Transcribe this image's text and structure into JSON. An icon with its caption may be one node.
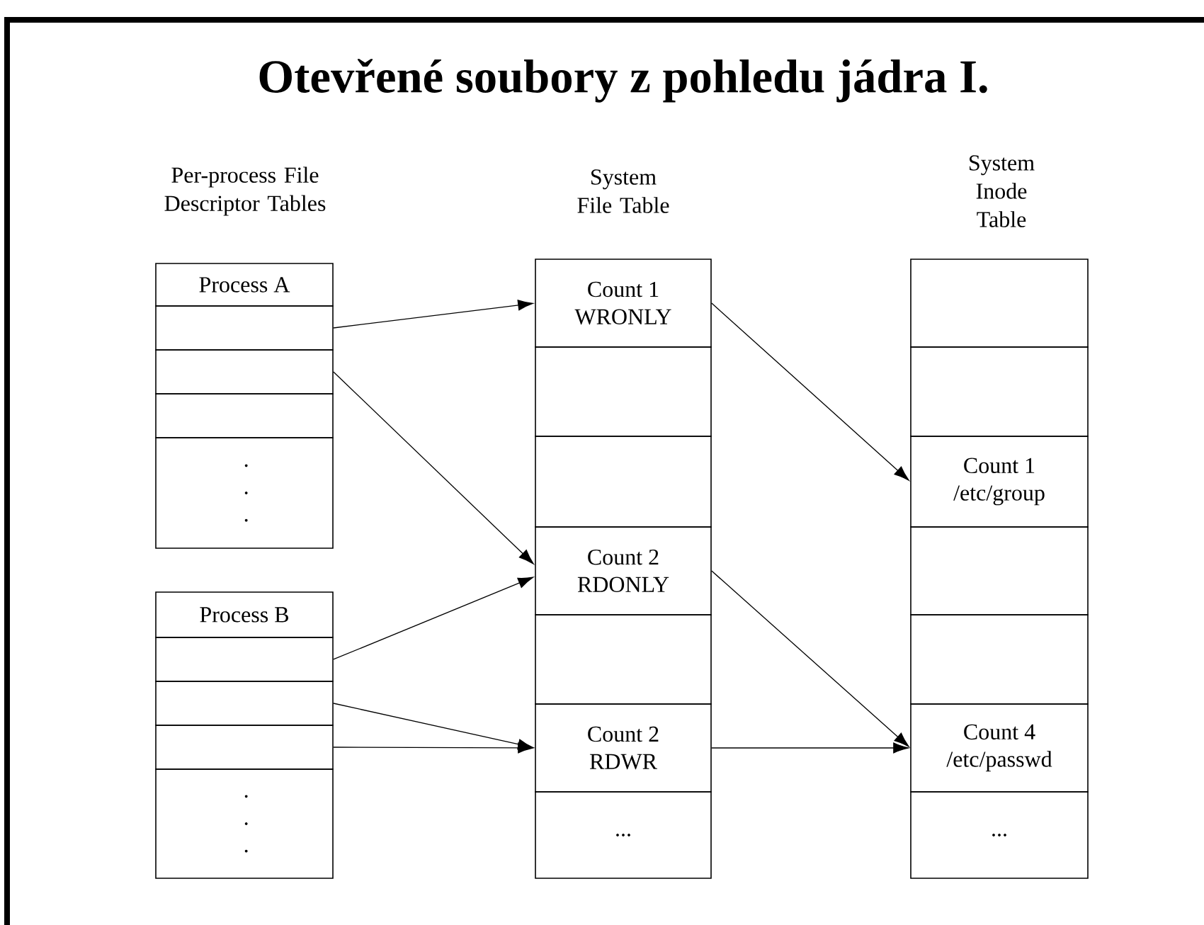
{
  "diagram": {
    "title": "Otevřené soubory z pohledu jádra I.",
    "nodes": [
      {
        "text": [
          "Process A"
        ]
      },
      {
        "text": [],
        "shape": "box"
      },
      {
        "text": [],
        "shape": "box"
      },
      {
        "text": [],
        "shape": "box"
      },
      {
        "text": [
          ". . ."
        ]
      },
      {
        "text": [
          "Process B"
        ]
      },
      {
        "text": [],
        "shape": "box"
      },
      {
        "text": [],
        "shape": "box"
      },
      {
        "text": [],
        "shape": "box"
      },
      {
        "text": [
          ". . ."
        ]
      },
      {
        "text": [
          "Count 1",
          "WRONLY"
        ]
      },
      {
        "text": [],
        "shape": "box"
      },
      {
        "text": [],
        "shape": "box"
      },
      {
        "text": [
          "Count 2",
          "RDONLY"
        ]
      },
      {
        "text": [],
        "shape": "box"
      },
      {
        "text": [
          "Count 2",
          "RDWR"
        ]
      },
      {
        "text": [
          "..."
        ]
      },
      {
        "text": [],
        "shape": "box"
      },
      {
        "text": [],
        "shape": "box"
      },
      {
        "text": [
          "Count 1",
          "/etc/group"
        ]
      },
      {
        "text": [],
        "shape": "box"
      },
      {
        "text": [],
        "shape": "box"
      },
      {
        "text": [
          "Count 4",
          "/etc/passwd"
        ]
      },
      {
        "text": [
          "..."
        ]
      }
    ],
    "edges": [
      {
        "from": 1,
        "to": 10,
        "arrow": "to"
      },
      {
        "from": 2,
        "to": 13,
        "arrow": "to"
      },
      {
        "from": 6,
        "to": 13,
        "arrow": "to"
      },
      {
        "from": 7,
        "to": 15,
        "arrow": "to"
      },
      {
        "from": 8,
        "to": 15,
        "arrow": "to"
      },
      {
        "from": 10,
        "to": 19,
        "arrow": "to"
      },
      {
        "from": 13,
        "to": 22,
        "arrow": "to"
      },
      {
        "from": 15,
        "to": 22,
        "arrow": "to"
      }
    ],
    "labels": [
      "Per-process File Descriptor Tables",
      "System File Table",
      "System Inode Table"
    ]
  }
}
